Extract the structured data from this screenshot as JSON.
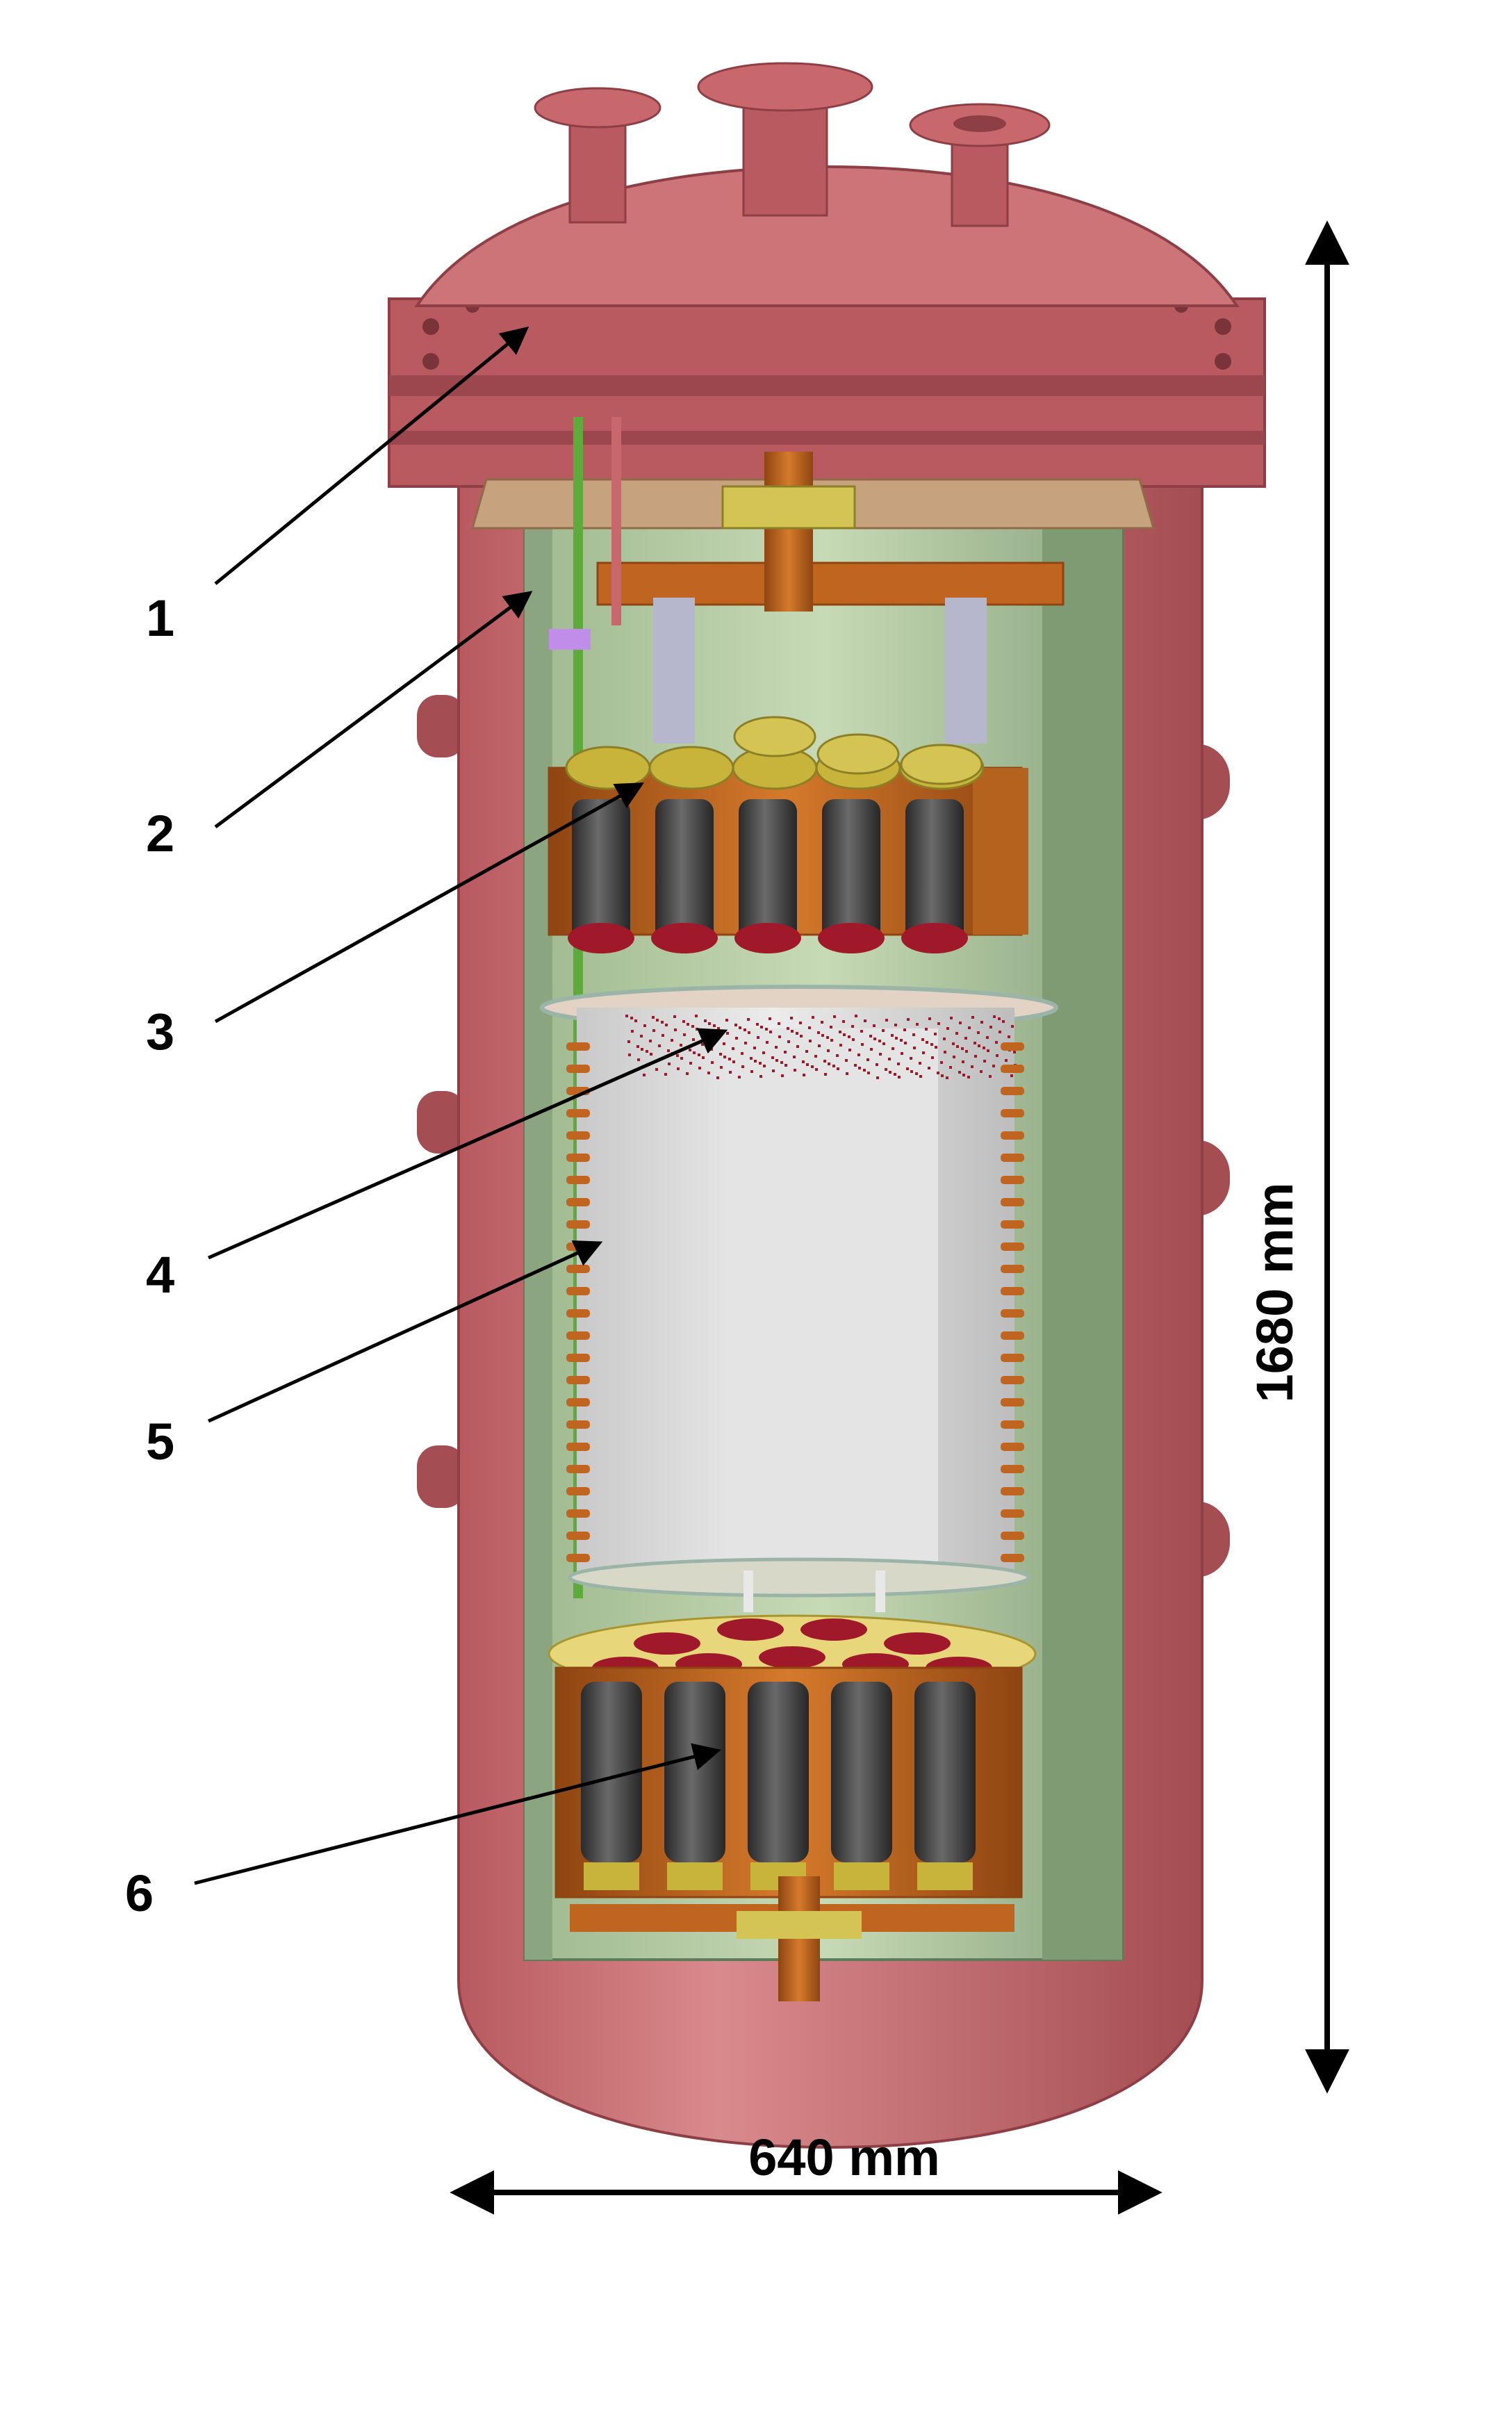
{
  "callouts": [
    {
      "label": "1"
    },
    {
      "label": "2"
    },
    {
      "label": "3"
    },
    {
      "label": "4"
    },
    {
      "label": "5"
    },
    {
      "label": "6"
    }
  ],
  "dimensions": {
    "height_label": "1680 mm",
    "width_label": "640 mm"
  },
  "colors": {
    "vessel": "#c8686c",
    "vessel_dark": "#a44d53",
    "vessel_light": "#d98a8c",
    "copper": "#c0651f",
    "copper_dark": "#8f4511",
    "inner_green": "#b9cfa7",
    "inner_green_dark": "#6f8f67",
    "pmt_body": "#3f3f3f",
    "pmt_base": "#c8b43a",
    "pmt_window": "#a0192b",
    "tpc_field": "#d3d3d3",
    "tpc_field_light": "#e6e6e6",
    "ptfe_plate": "#c7a27f",
    "arrow": "#000000"
  }
}
